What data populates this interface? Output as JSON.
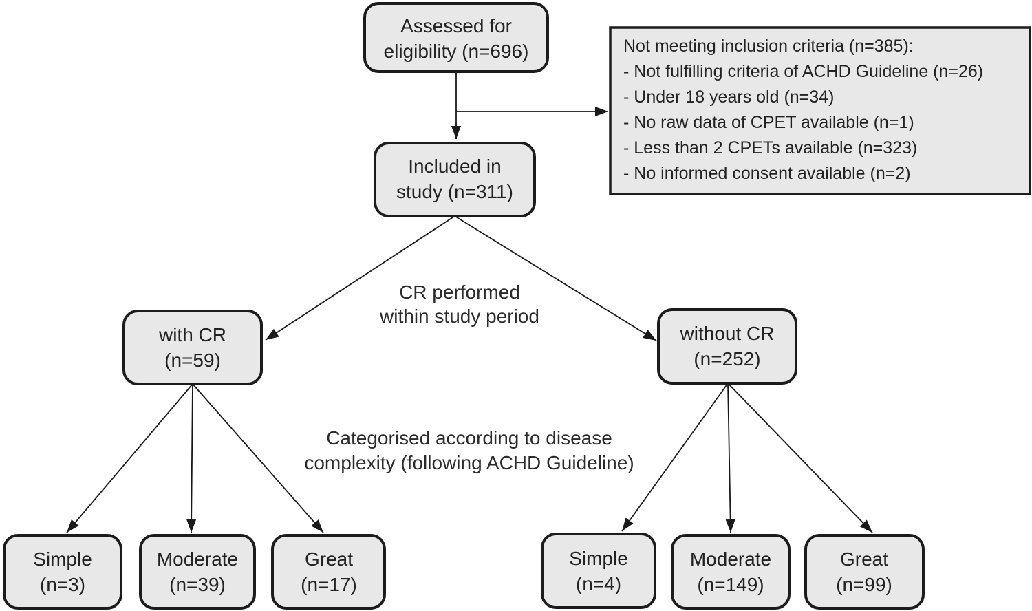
{
  "colors": {
    "background": "#ffffff",
    "box_fill": "#e8e8e8",
    "box_stroke": "#1c1c1c",
    "line": "#1a1a1a",
    "text": "#222222"
  },
  "nodes": {
    "assessed": {
      "line1": "Assessed for",
      "line2": "eligibility (n=696)"
    },
    "exclusion": {
      "title": "Not meeting inclusion criteria (n=385):",
      "items": [
        "- Not fulfilling criteria of ACHD Guideline (n=26)",
        "- Under 18 years old (n=34)",
        "- No raw data of CPET available (n=1)",
        "- Less than 2 CPETs available (n=323)",
        "- No informed consent available (n=2)"
      ]
    },
    "included": {
      "line1": "Included in",
      "line2": "study (n=311)"
    },
    "with_cr": {
      "line1": "with CR",
      "line2": "(n=59)"
    },
    "without_cr": {
      "line1": "without CR",
      "line2": "(n=252)"
    },
    "cr_simple": {
      "line1": "Simple",
      "line2": "(n=3)"
    },
    "cr_moderate": {
      "line1": "Moderate",
      "line2": "(n=39)"
    },
    "cr_great": {
      "line1": "Great",
      "line2": "(n=17)"
    },
    "nocr_simple": {
      "line1": "Simple",
      "line2": "(n=4)"
    },
    "nocr_moderate": {
      "line1": "Moderate",
      "line2": "(n=149)"
    },
    "nocr_great": {
      "line1": "Great",
      "line2": "(n=99)"
    }
  },
  "labels": {
    "cr_period": {
      "line1": "CR performed",
      "line2": "within study period"
    },
    "categorised": {
      "line1": "Categorised according to disease",
      "line2": "complexity (following ACHD Guideline)"
    }
  }
}
